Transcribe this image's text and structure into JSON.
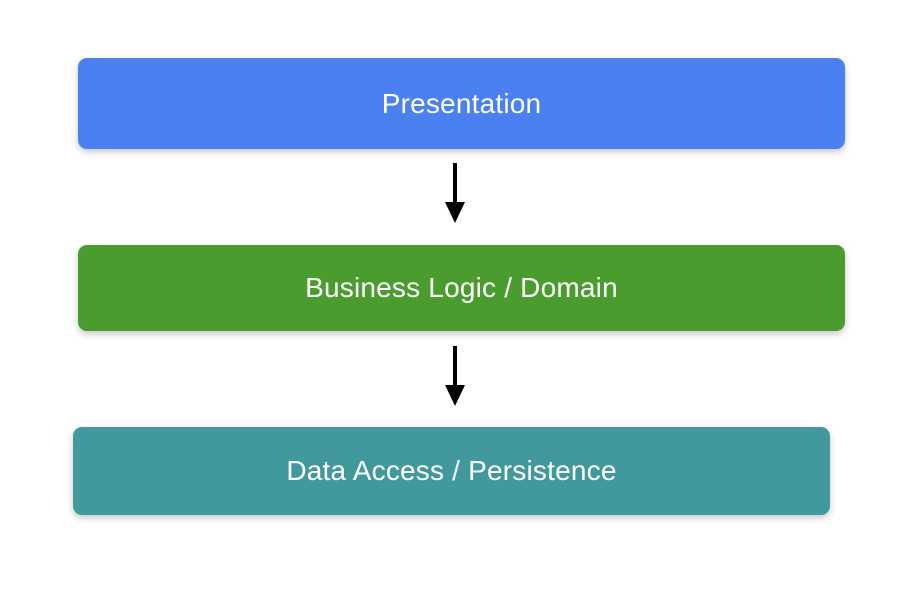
{
  "diagram": {
    "type": "layered-architecture-flowchart",
    "background_color": "#ffffff",
    "layers": [
      {
        "id": "presentation",
        "label": "Presentation",
        "color": "#4a80f0",
        "text_color": "#ffffff"
      },
      {
        "id": "business-logic",
        "label": "Business Logic / Domain",
        "color": "#4b9c2f",
        "text_color": "#ffffff"
      },
      {
        "id": "data-access",
        "label": "Data Access / Persistence",
        "color": "#42999d",
        "text_color": "#ffffff"
      }
    ],
    "connectors": [
      {
        "id": "presentation-to-business-logic",
        "from": "presentation",
        "to": "business-logic",
        "direction": "down",
        "color": "#000000"
      },
      {
        "id": "business-logic-to-data-access",
        "from": "business-logic",
        "to": "data-access",
        "direction": "down",
        "color": "#000000"
      }
    ]
  }
}
